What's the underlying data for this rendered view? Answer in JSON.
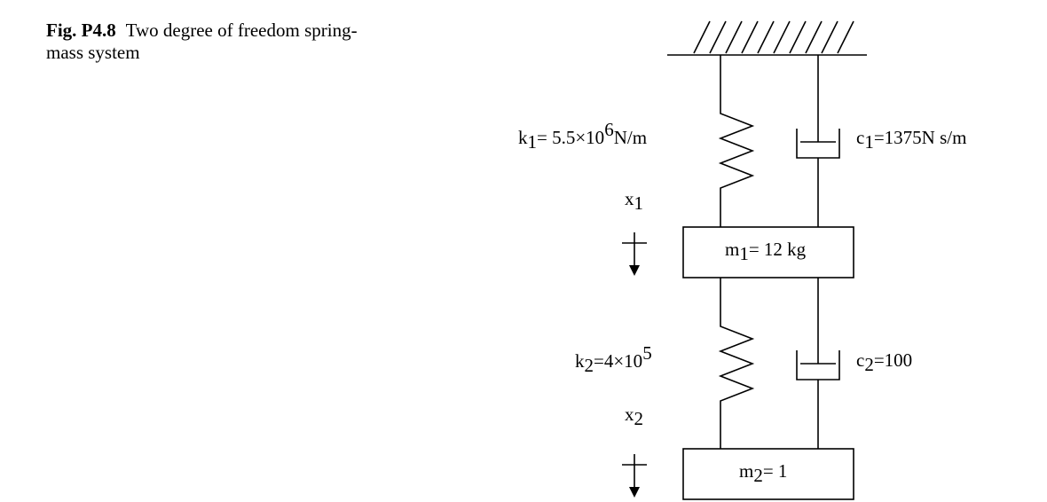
{
  "caption": {
    "label": "Fig. P4.8",
    "text": "Two degree of freedom spring-mass system"
  },
  "spring1": {
    "symbol": "k",
    "subscript": "1",
    "value": "= 5.5×10",
    "exponent": "6",
    "unit": "N/m"
  },
  "damper1": {
    "symbol": "c",
    "subscript": "1",
    "value": "=1375N s/m"
  },
  "mass1": {
    "symbol": "m",
    "subscript": "1",
    "value": "= 12 kg"
  },
  "coord1": {
    "symbol": "x",
    "subscript": "1"
  },
  "spring2": {
    "symbol": "k",
    "subscript": "2",
    "value": "=4×10",
    "exponent": "5"
  },
  "damper2": {
    "symbol": "c",
    "subscript": "2",
    "value": "=100"
  },
  "mass2": {
    "symbol": "m",
    "subscript": "2",
    "value": "= 1"
  },
  "coord2": {
    "symbol": "x",
    "subscript": "2"
  }
}
